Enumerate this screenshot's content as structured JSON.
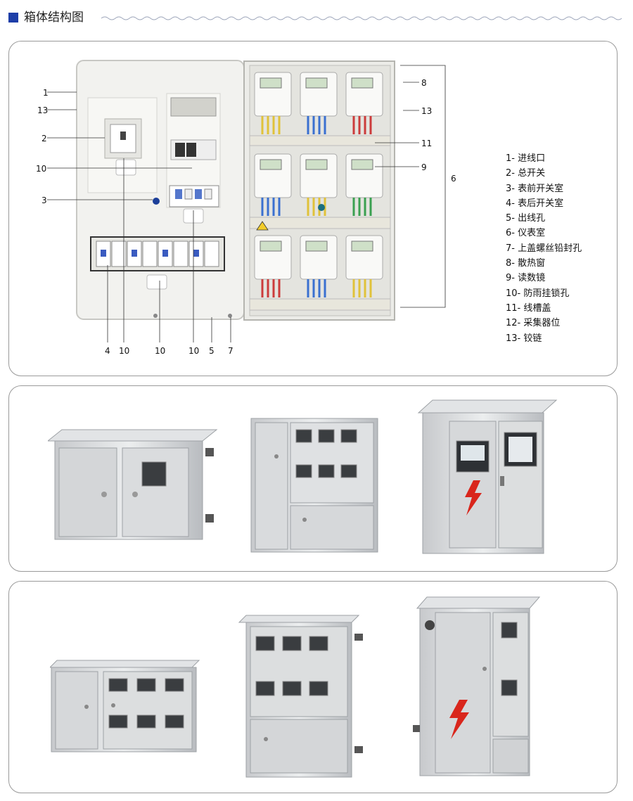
{
  "header": {
    "title": "箱体结构图"
  },
  "legend": [
    "1- 进线口",
    "2- 总开关",
    "3- 表前开关室",
    "4- 表后开关室",
    "5- 出线孔",
    "6- 仪表室",
    "7- 上盖螺丝铅封孔",
    "8- 散热窗",
    "9- 读数镜",
    "10- 防雨挂锁孔",
    "11- 线槽盖",
    "12- 采集器位",
    "13- 铰链"
  ],
  "callouts": {
    "c1": "1",
    "c13a": "13",
    "c2": "2",
    "c10a": "10",
    "c3": "3",
    "c8": "8",
    "c13b": "13",
    "c11": "11",
    "c9": "9",
    "c6": "6",
    "b4": "4",
    "b10a": "10",
    "b10b": "10",
    "b10c": "10",
    "b5": "5",
    "b7": "7"
  },
  "colors": {
    "accent": "#1d3ea8",
    "panel_border": "#9a9a9a",
    "warning": "#d9261c"
  }
}
